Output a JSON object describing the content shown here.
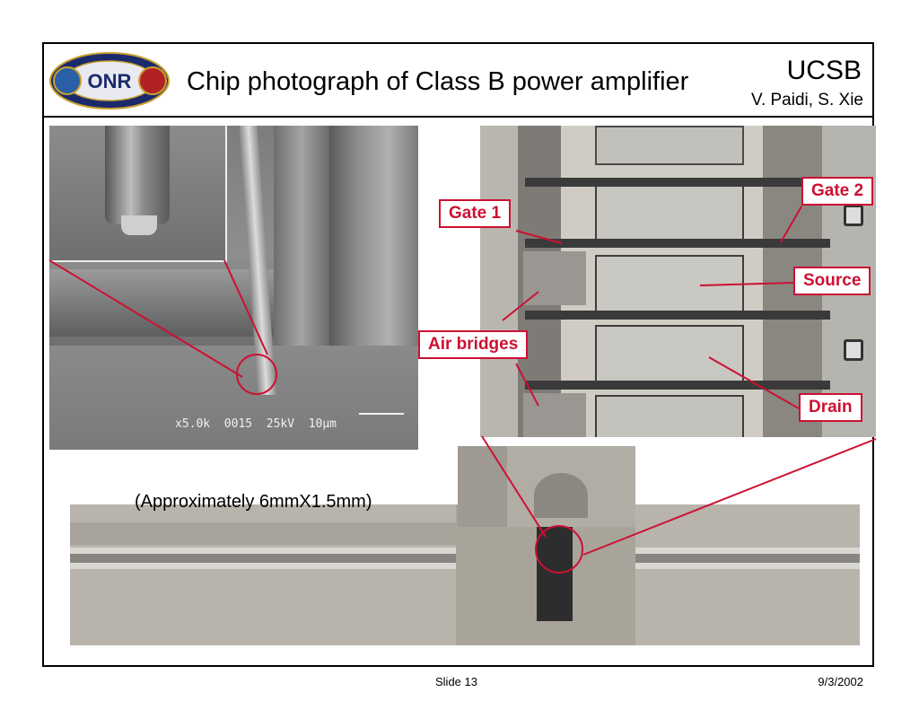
{
  "header": {
    "title": "Chip photograph of Class B power amplifier",
    "org": "UCSB",
    "authors": "V. Paidi, S. Xie",
    "logo_icon": "onr-office-of-naval-research-logo"
  },
  "sem_image": {
    "scale_text": "x5.0k  0015  25kV  10µm"
  },
  "labels": {
    "gate1": "Gate 1",
    "gate2": "Gate 2",
    "source": "Source",
    "air_bridges": "Air bridges",
    "drain": "Drain"
  },
  "caption": "(Approximately 6mmX1.5mm)",
  "footer": {
    "slide": "Slide 13",
    "date": "9/3/2002"
  },
  "colors": {
    "accent": "#cc1133",
    "frame": "#000000"
  }
}
